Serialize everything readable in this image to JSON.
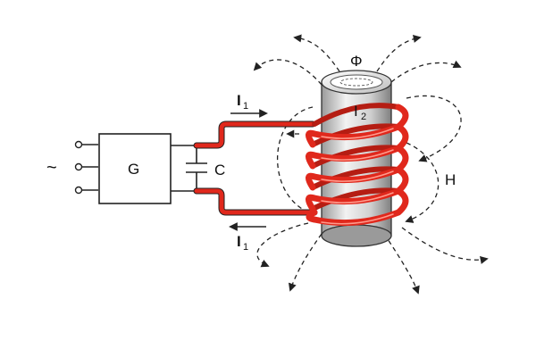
{
  "labels": {
    "ac_symbol": "~",
    "generator": "G",
    "capacitor": "C",
    "flux": "Φ",
    "field": "H",
    "current_primary_top": "I",
    "current_primary_top_sub": "1",
    "current_primary_bottom": "I",
    "current_primary_bottom_sub": "1",
    "current_secondary": "I",
    "current_secondary_sub": "2"
  },
  "colors": {
    "coil": "#e0281c",
    "coil_highlight": "#ff8a7a",
    "core_light": "#e6e6e6",
    "core_dark": "#8c8c8c",
    "line": "#222222"
  }
}
